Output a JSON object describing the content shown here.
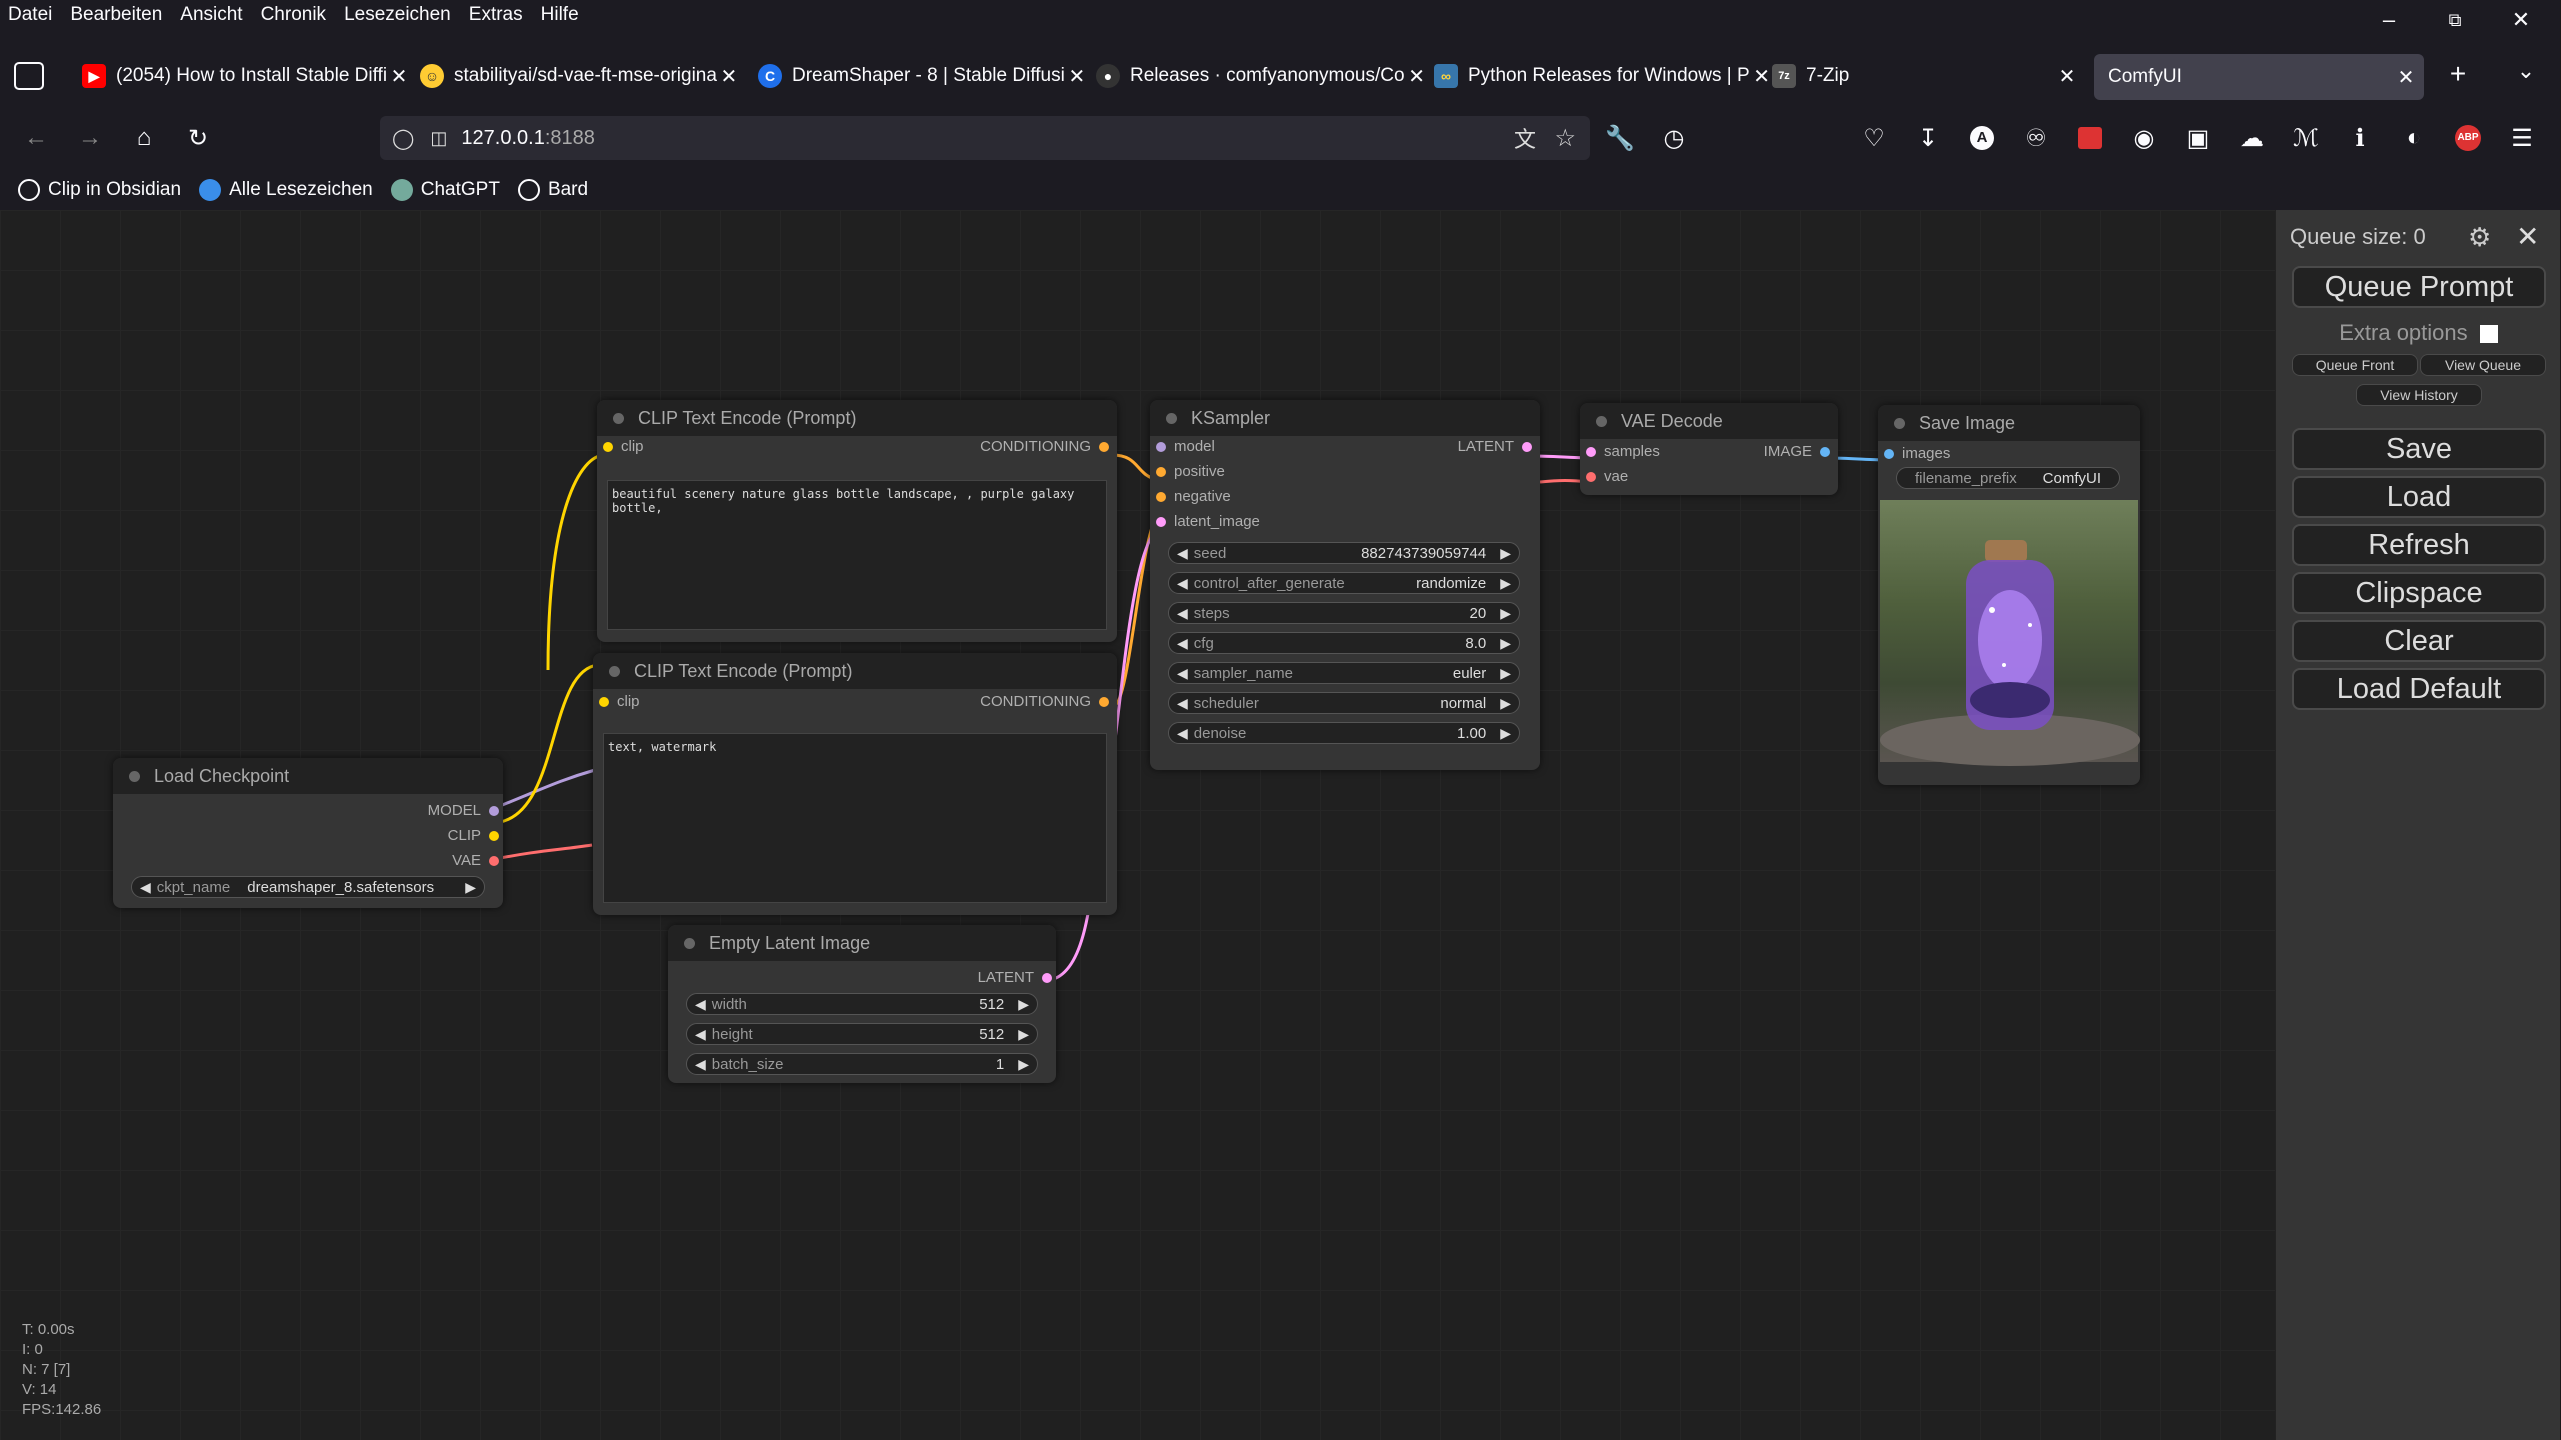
{
  "menu": [
    "Datei",
    "Bearbeiten",
    "Ansicht",
    "Chronik",
    "Lesezeichen",
    "Extras",
    "Hilfe"
  ],
  "tabs": [
    {
      "title": "(2054) How to Install Stable Diffi",
      "icon": "youtube-icon",
      "color": "#ff0000"
    },
    {
      "title": "stabilityai/sd-vae-ft-mse-origina",
      "icon": "huggingface-icon",
      "color": "#ffcc33"
    },
    {
      "title": "DreamShaper - 8 | Stable Diffusi",
      "icon": "civitai-icon",
      "color": "#1f6feb"
    },
    {
      "title": "Releases · comfyanonymous/Co",
      "icon": "github-icon",
      "color": "#333333"
    },
    {
      "title": "Python Releases for Windows | P",
      "icon": "python-icon",
      "color": "#3776ab"
    },
    {
      "title": "7-Zip",
      "icon": "7zip-icon",
      "color": "#555555"
    },
    {
      "title": "ComfyUI",
      "icon": "",
      "color": "#42414d"
    }
  ],
  "url": {
    "host": "127.0.0.1",
    "port": ":8188"
  },
  "bookmarks": [
    "Clip in Obsidian",
    "Alle Lesezeichen",
    "ChatGPT",
    "Bard"
  ],
  "nodes": {
    "clip_pos": {
      "title": "CLIP Text Encode (Prompt)",
      "input": "clip",
      "output": "CONDITIONING",
      "text": "beautiful scenery nature glass bottle landscape, , purple galaxy bottle,"
    },
    "clip_neg": {
      "title": "CLIP Text Encode (Prompt)",
      "input": "clip",
      "output": "CONDITIONING",
      "text": "text, watermark"
    },
    "ksampler": {
      "title": "KSampler",
      "inputs": [
        "model",
        "positive",
        "negative",
        "latent_image"
      ],
      "output": "LATENT",
      "widgets": [
        {
          "label": "seed",
          "value": "882743739059744"
        },
        {
          "label": "control_after_generate",
          "value": "randomize"
        },
        {
          "label": "steps",
          "value": "20"
        },
        {
          "label": "cfg",
          "value": "8.0"
        },
        {
          "label": "sampler_name",
          "value": "euler"
        },
        {
          "label": "scheduler",
          "value": "normal"
        },
        {
          "label": "denoise",
          "value": "1.00"
        }
      ]
    },
    "vae_decode": {
      "title": "VAE Decode",
      "inputs": [
        "samples",
        "vae"
      ],
      "output": "IMAGE"
    },
    "save_image": {
      "title": "Save Image",
      "input": "images",
      "widget_label": "filename_prefix",
      "widget_value": "ComfyUI"
    },
    "load_checkpoint": {
      "title": "Load Checkpoint",
      "outputs": [
        "MODEL",
        "CLIP",
        "VAE"
      ],
      "widget_label": "ckpt_name",
      "widget_value": "dreamshaper_8.safetensors"
    },
    "empty_latent": {
      "title": "Empty Latent Image",
      "output": "LATENT",
      "widgets": [
        {
          "label": "width",
          "value": "512"
        },
        {
          "label": "height",
          "value": "512"
        },
        {
          "label": "batch_size",
          "value": "1"
        }
      ]
    }
  },
  "panel": {
    "queue_size": "Queue size: 0",
    "queue_prompt": "Queue Prompt",
    "extra_options": "Extra options",
    "queue_front": "Queue Front",
    "view_queue": "View Queue",
    "view_history": "View History",
    "buttons": [
      "Save",
      "Load",
      "Refresh",
      "Clipspace",
      "Clear",
      "Load Default"
    ]
  },
  "stats": {
    "t": "T: 0.00s",
    "i": "I: 0",
    "n": "N: 7 [7]",
    "v": "V: 14",
    "fps": "FPS:142.86"
  },
  "colors": {
    "clip": "#ffd500",
    "model": "#b39ddb",
    "latent": "#ff9cf9",
    "vae": "#ff6e6e",
    "conditioning": "#ffa931",
    "image": "#64b5f6"
  }
}
